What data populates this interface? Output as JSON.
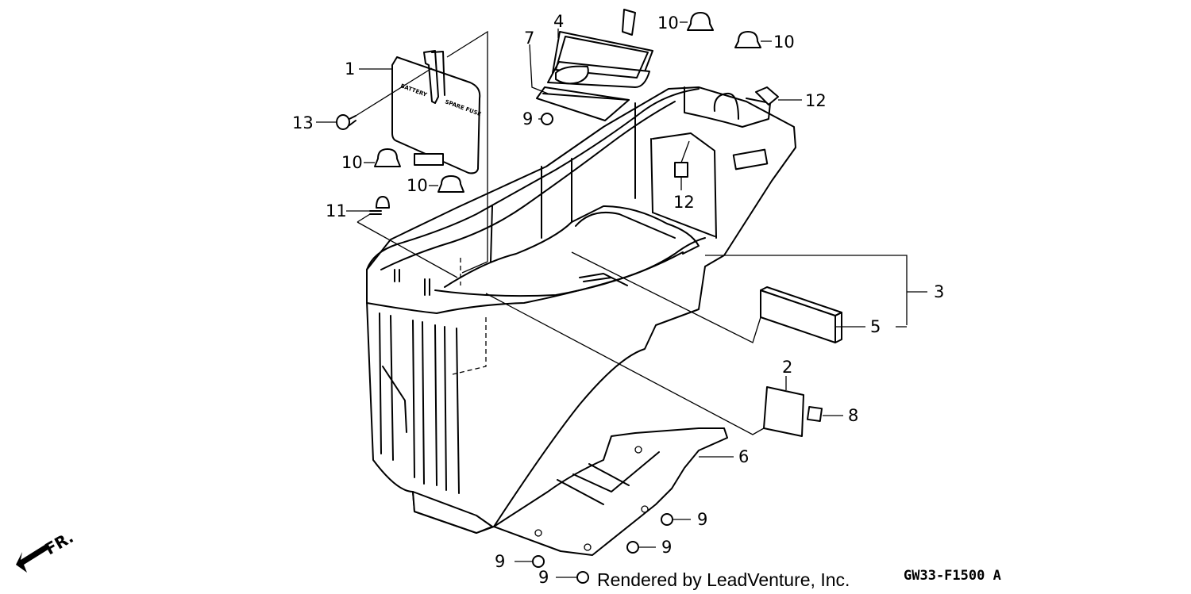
{
  "diagram": {
    "callouts": {
      "c1": "1",
      "c2": "2",
      "c3": "3",
      "c4": "4",
      "c5": "5",
      "c6": "6",
      "c7": "7",
      "c8": "8",
      "c9": "9",
      "c10": "10",
      "c11": "11",
      "c12": "12",
      "c13": "13"
    },
    "direction_label": "FR.",
    "credit": "Rendered by LeadVenture, Inc.",
    "diagram_code": "GW33-F1500 A",
    "holder_text_left": "BATTERY",
    "holder_text_right": "SPARE FUSE"
  }
}
